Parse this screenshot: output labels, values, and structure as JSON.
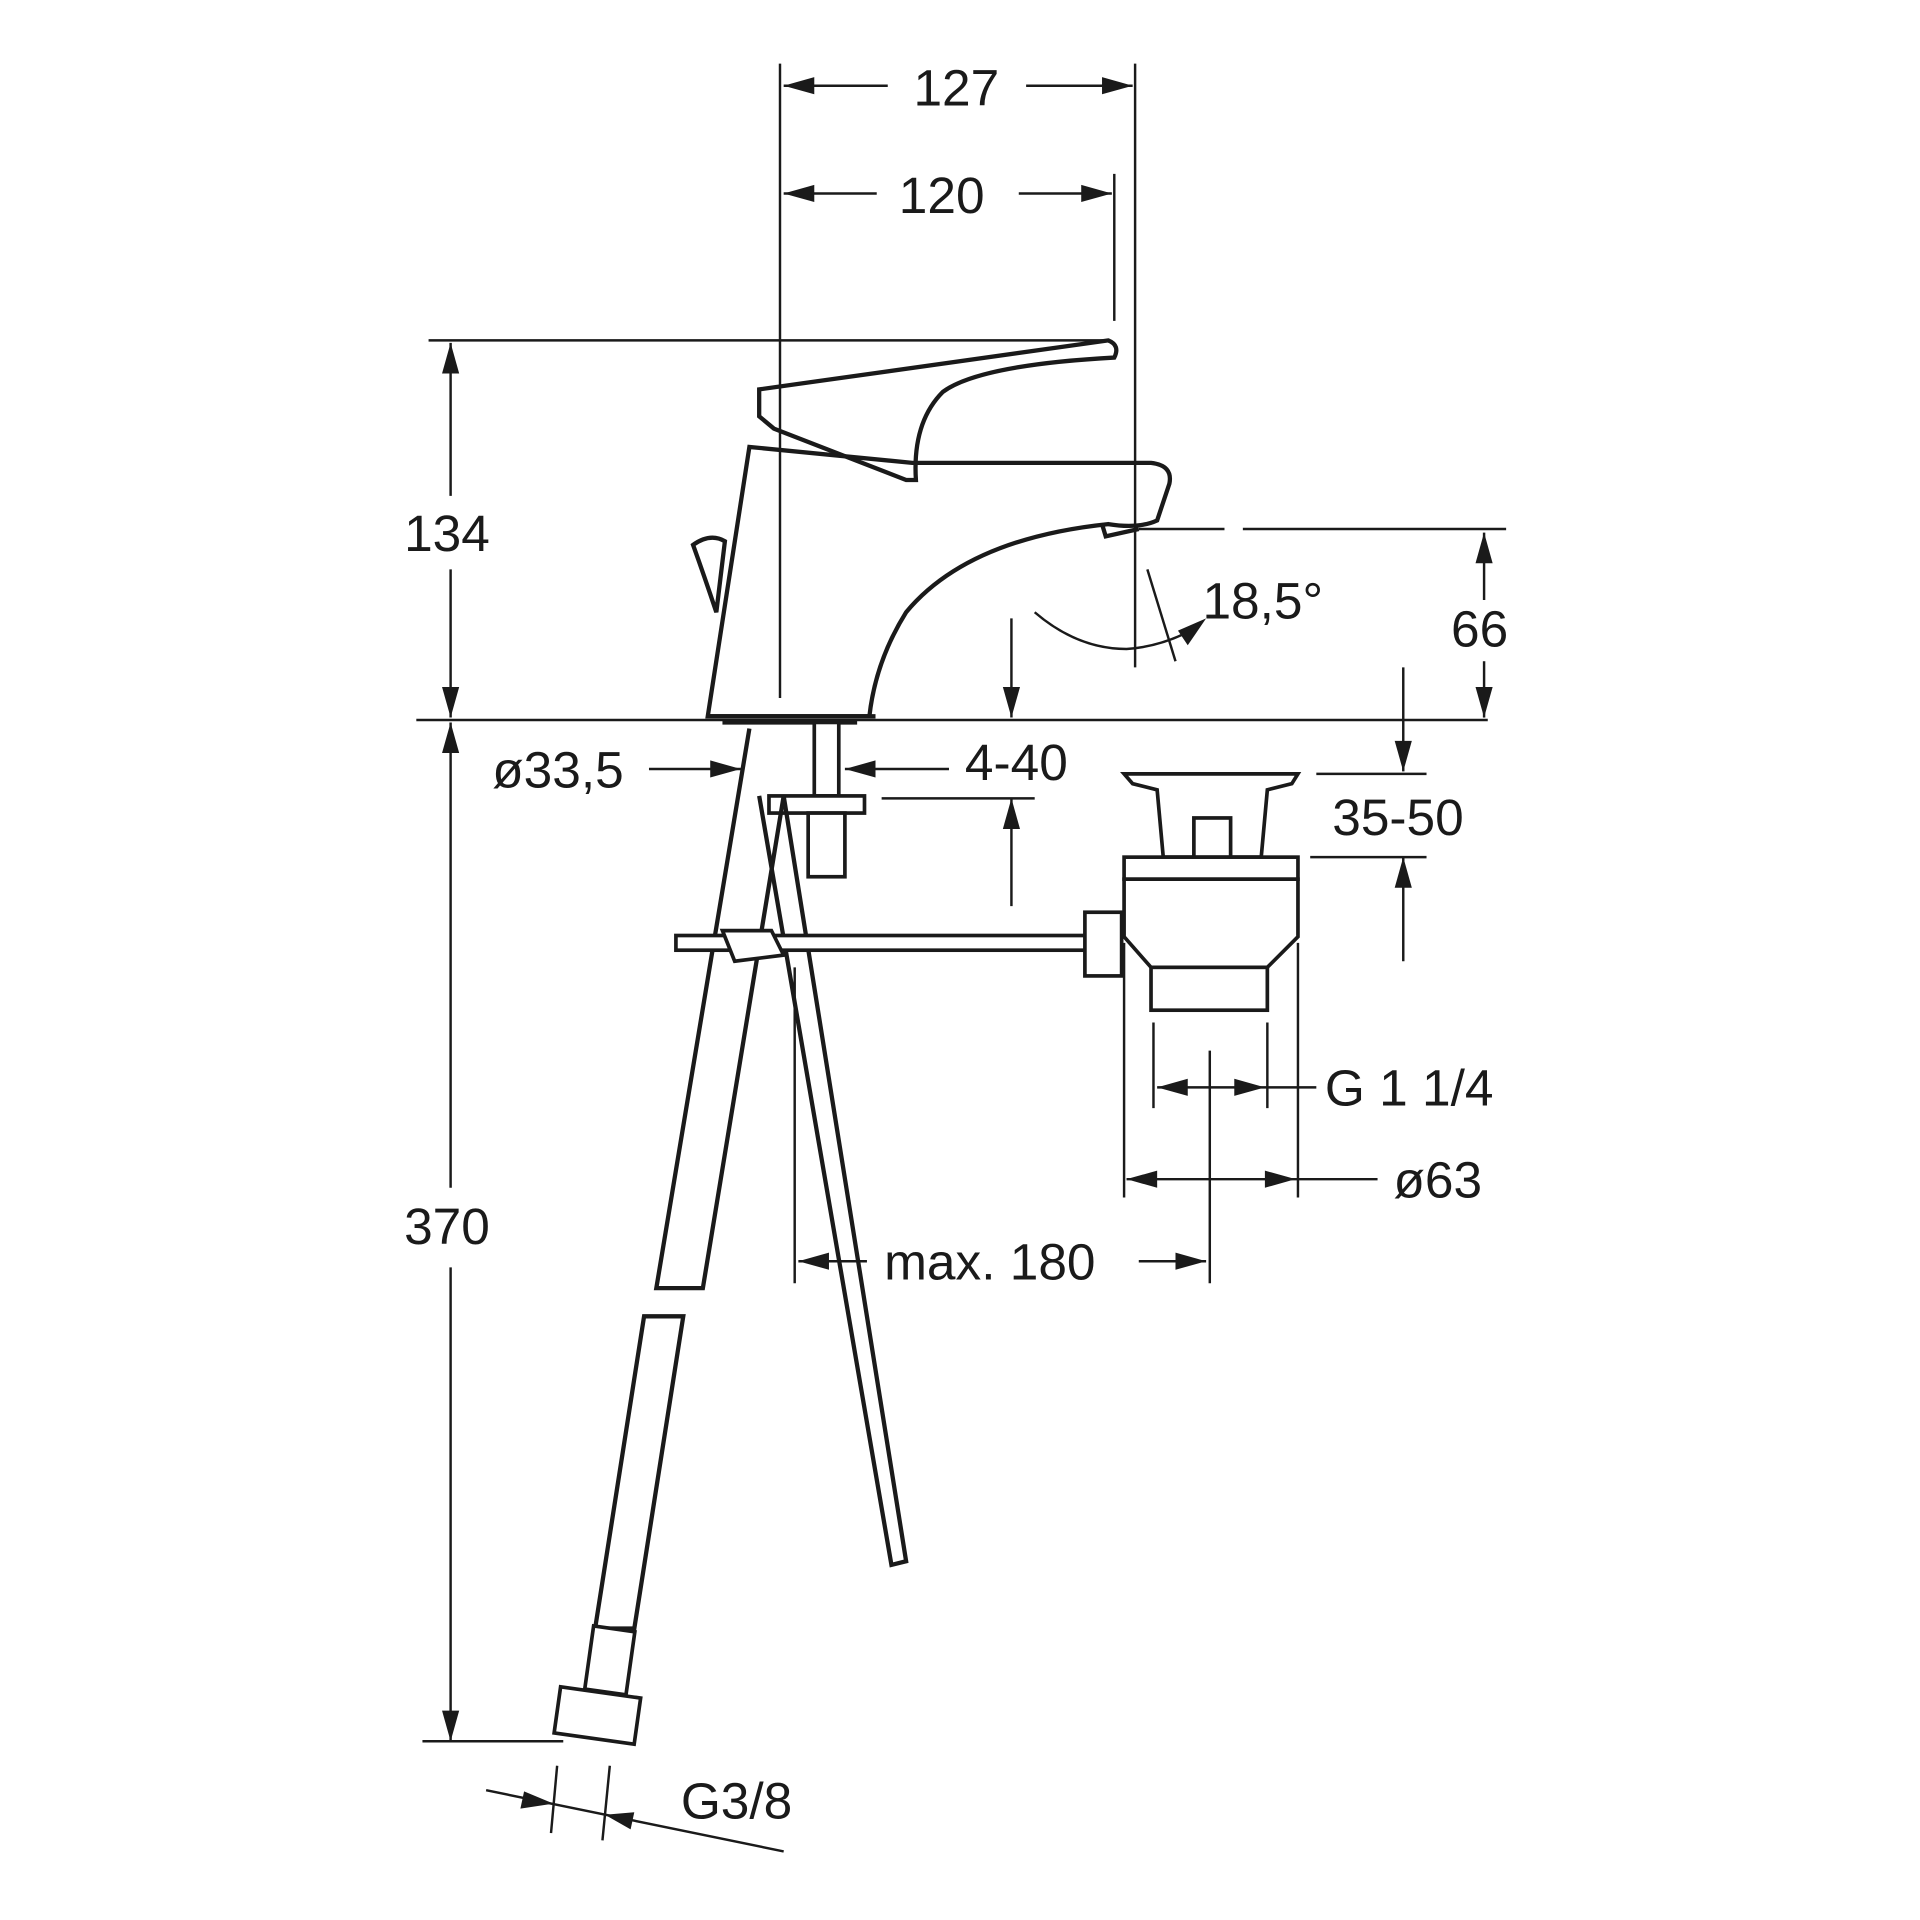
{
  "drawing": {
    "dimensions": {
      "width_total": "127",
      "width_spout": "120",
      "height_total": "134",
      "spout_height": "66",
      "spout_angle": "18,5°",
      "base_diameter": "ø33,5",
      "deck_thickness": "4-40",
      "waste_deck_thickness": "35-50",
      "waste_thread": "G 1 1/4",
      "waste_diameter": "ø63",
      "waste_distance": "max. 180",
      "hose_length": "370",
      "hose_thread": "G3/8"
    },
    "colors": {
      "line": "#1a1a1a",
      "background": "#ffffff"
    }
  }
}
